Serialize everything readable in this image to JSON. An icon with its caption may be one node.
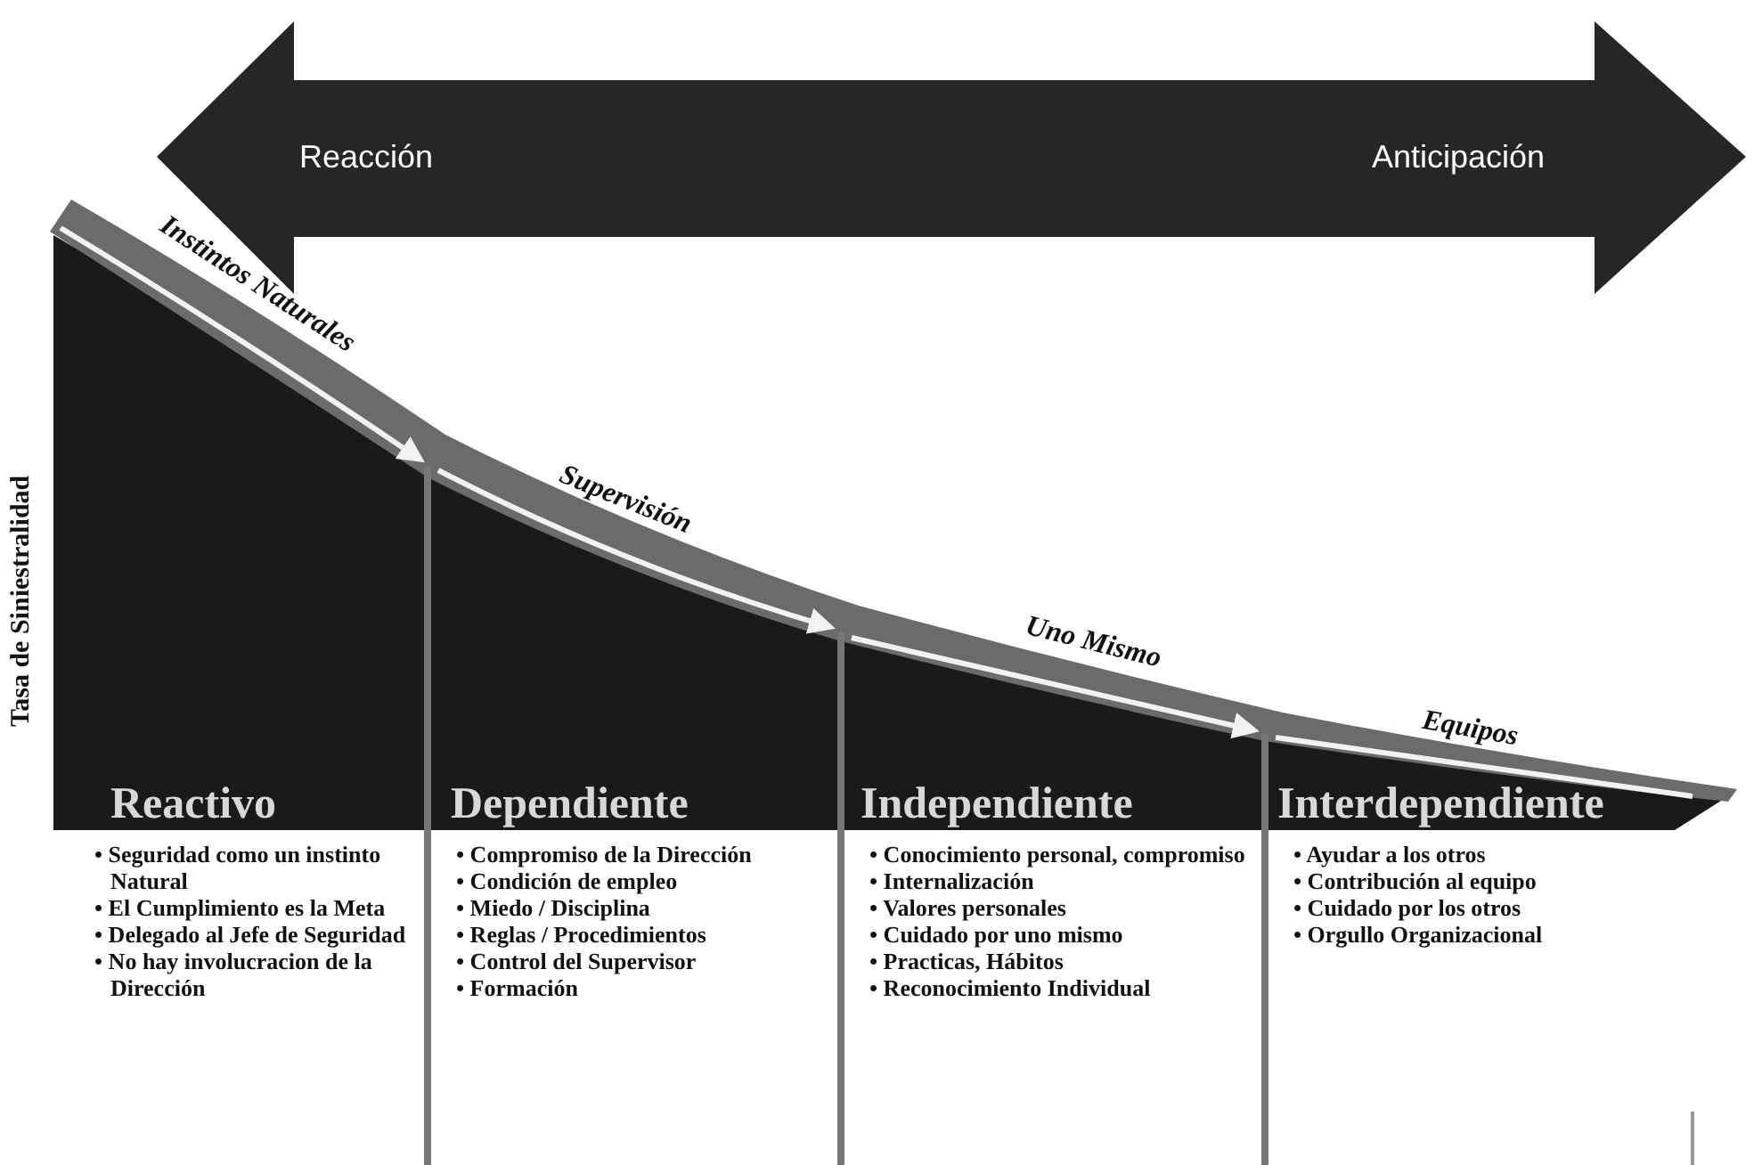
{
  "diagram": {
    "nodes": [
      {
        "text": [
          "Reactivo",
          "• Seguridad como un instinto Natural",
          "• El Cumplimiento es la Meta",
          "• Delegado al  Jefe de Seguridad",
          "• No hay  involucracion de la Dirección"
        ]
      },
      {
        "text": [
          "Dependiente",
          "• Compromiso de la Dirección",
          "• Condición de  empleo",
          "• Miedo / Disciplina",
          "• Reglas / Procedimientos",
          "• Control del Supervisor",
          "• Formación"
        ]
      },
      {
        "text": [
          "Independiente",
          "• Conocimiento personal, compromiso",
          "• Internalización",
          "• Valores personales",
          "• Cuidado por uno mismo",
          "• Practicas, Hábitos",
          "• Reconocimiento Individual"
        ]
      },
      {
        "text": [
          "Interdependiente",
          "• Ayudar a los otros",
          "• Contribución al equipo",
          "• Cuidado por los otros",
          "• Orgullo Organizacional"
        ]
      }
    ],
    "labels": [
      "Reacción",
      "Anticipación",
      "Tasa de Siniestralidad",
      "Instintos Naturales",
      "Supervisión",
      "Uno Mismo",
      "Equipos"
    ]
  }
}
